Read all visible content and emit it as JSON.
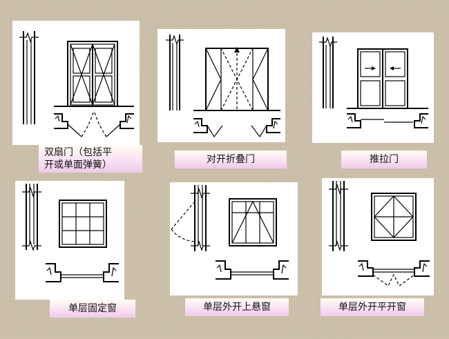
{
  "panels": [
    {
      "name": "double-leaf-door",
      "line1": "双扇门（包括平",
      "line2": "开或单面弹簧）"
    },
    {
      "name": "bi-folding-door",
      "label": "对开折叠门"
    },
    {
      "name": "sliding-door",
      "label": "推拉门"
    },
    {
      "name": "single-fixed-window",
      "label": "单层固定窗"
    },
    {
      "name": "single-top-hung-window",
      "label": "单层外开上悬窗"
    },
    {
      "name": "single-casement-window",
      "label": "单层外开平开窗"
    }
  ]
}
